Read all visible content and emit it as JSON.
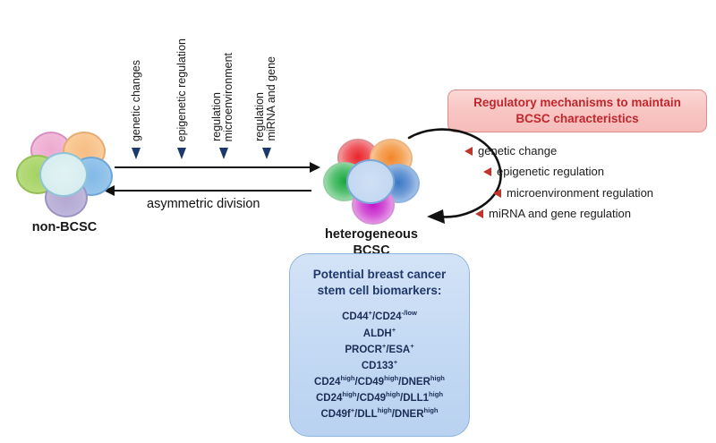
{
  "diagram": {
    "drivers": [
      {
        "id": "genetic-changes",
        "lines": [
          "genetic changes"
        ]
      },
      {
        "id": "epigenetic-regulation",
        "lines": [
          "epigenetic regulation"
        ]
      },
      {
        "id": "microenvironment-regulation",
        "lines": [
          "microenvironment",
          "regulation"
        ]
      },
      {
        "id": "mirna-and-gene-regulation",
        "lines": [
          "miRNA and gene",
          "regulation"
        ]
      }
    ],
    "division_label": "asymmetric division",
    "left_cluster": {
      "label": "non-BCSC",
      "cells": [
        {
          "name": "pink-cell",
          "color": "#f2b8d8"
        },
        {
          "name": "orange-cell",
          "color": "#f8c48a"
        },
        {
          "name": "green-cell",
          "color": "#a9d46a"
        },
        {
          "name": "blue-cell",
          "color": "#88bce8"
        },
        {
          "name": "purple-cell",
          "color": "#b8aed6"
        },
        {
          "name": "center-cell",
          "color": "#d8eef0"
        }
      ]
    },
    "right_cluster": {
      "label": "heterogeneous\nBCSC",
      "cells": [
        {
          "name": "red-cell",
          "color": "#e8242c"
        },
        {
          "name": "orange-cell",
          "color": "#f2862a"
        },
        {
          "name": "green-cell",
          "color": "#19a83c"
        },
        {
          "name": "blue-cell",
          "color": "#3a78c4"
        },
        {
          "name": "magenta-cell",
          "color": "#c315c8"
        },
        {
          "name": "center-cell",
          "color": "#b8d2ef"
        }
      ]
    },
    "banner": {
      "text": "Regulatory mechanisms to maintain\nBCSC characteristics",
      "text_color": "#c0272d",
      "fill_color": "#f8c6c4",
      "border_color": "#d98e8e"
    },
    "mechanisms": [
      "genetic change",
      "epigenetic regulation",
      "microenvironment regulation",
      "miRNA and gene regulation"
    ],
    "biomarker_box": {
      "title": "Potential  breast cancer\nstem cell biomarkers:",
      "fill_color": "#c3d9f3",
      "border_color": "#8fb4dd",
      "title_color": "#20386a",
      "markers": [
        [
          {
            "t": "CD44"
          },
          {
            "t": "+",
            "sup": true
          },
          {
            "t": "/CD24"
          },
          {
            "t": "-/low",
            "sup": true
          }
        ],
        [
          {
            "t": "ALDH"
          },
          {
            "t": "+",
            "sup": true
          }
        ],
        [
          {
            "t": "PROCR"
          },
          {
            "t": "+",
            "sup": true
          },
          {
            "t": "/ESA"
          },
          {
            "t": "+",
            "sup": true
          }
        ],
        [
          {
            "t": "CD133"
          },
          {
            "t": "+",
            "sup": true
          }
        ],
        [
          {
            "t": "CD24"
          },
          {
            "t": "high",
            "sup": true
          },
          {
            "t": "/CD49"
          },
          {
            "t": "high",
            "sup": true
          },
          {
            "t": "/DNER"
          },
          {
            "t": "high",
            "sup": true
          }
        ],
        [
          {
            "t": "CD24"
          },
          {
            "t": "high",
            "sup": true
          },
          {
            "t": "/CD49"
          },
          {
            "t": "high",
            "sup": true
          },
          {
            "t": "/DLL1"
          },
          {
            "t": "high",
            "sup": true
          }
        ],
        [
          {
            "t": "CD49f"
          },
          {
            "t": "+",
            "sup": true
          },
          {
            "t": "/DLL"
          },
          {
            "t": "high",
            "sup": true
          },
          {
            "t": "/DNER"
          },
          {
            "t": "high",
            "sup": true
          }
        ]
      ]
    },
    "colors": {
      "driver_marker": "#1b3a6b",
      "arrow": "#121212",
      "bullet_marker": "#c0342b"
    }
  }
}
